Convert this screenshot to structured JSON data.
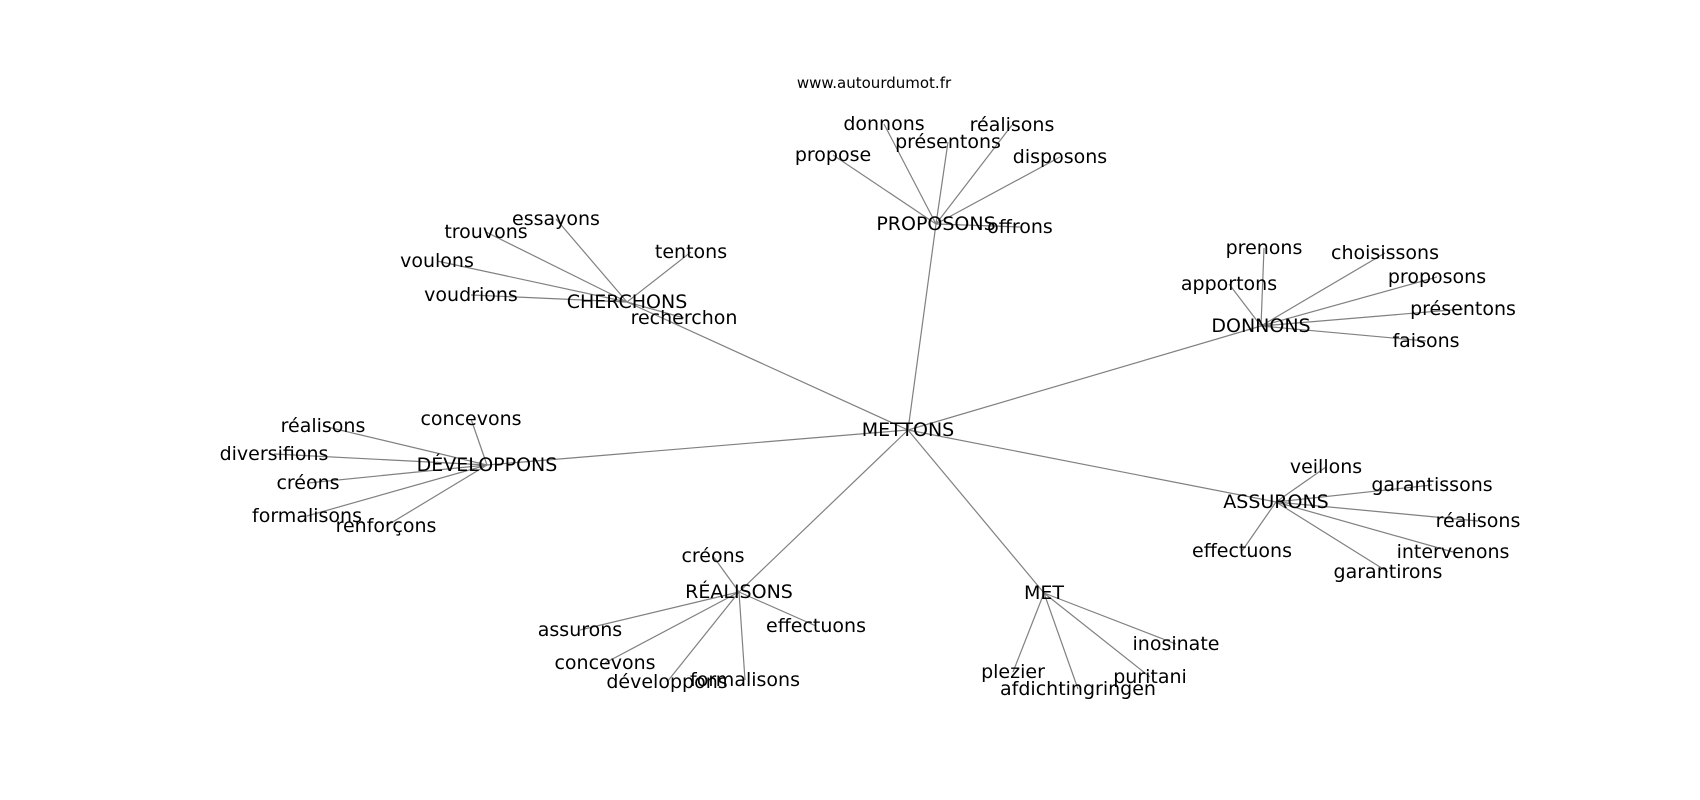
{
  "site": "www.autourdumot.fr",
  "center": "METTONS",
  "clusters": [
    {
      "hub": "PROPOSONS",
      "leaves": [
        "donnons",
        "réalisons",
        "présentons",
        "propose",
        "disposons",
        "offrons"
      ]
    },
    {
      "hub": "CHERCHONS",
      "leaves": [
        "essayons",
        "trouvons",
        "tentons",
        "voulons",
        "voudrions",
        "recherchon"
      ]
    },
    {
      "hub": "DONNONS",
      "leaves": [
        "prenons",
        "choisissons",
        "proposons",
        "apportons",
        "présentons",
        "faisons"
      ]
    },
    {
      "hub": "DÉVELOPPONS",
      "leaves": [
        "concevons",
        "réalisons",
        "diversifions",
        "créons",
        "formalisons",
        "renforçons"
      ]
    },
    {
      "hub": "ASSURONS",
      "leaves": [
        "veillons",
        "garantissons",
        "réalisons",
        "effectuons",
        "intervenons",
        "garantirons"
      ]
    },
    {
      "hub": "RÉALISONS",
      "leaves": [
        "créons",
        "effectuons",
        "assurons",
        "concevons",
        "développons",
        "formalisons"
      ]
    },
    {
      "hub": "MET",
      "leaves": [
        "inosinate",
        "plezier",
        "puritani",
        "afdichtingringen"
      ]
    }
  ]
}
